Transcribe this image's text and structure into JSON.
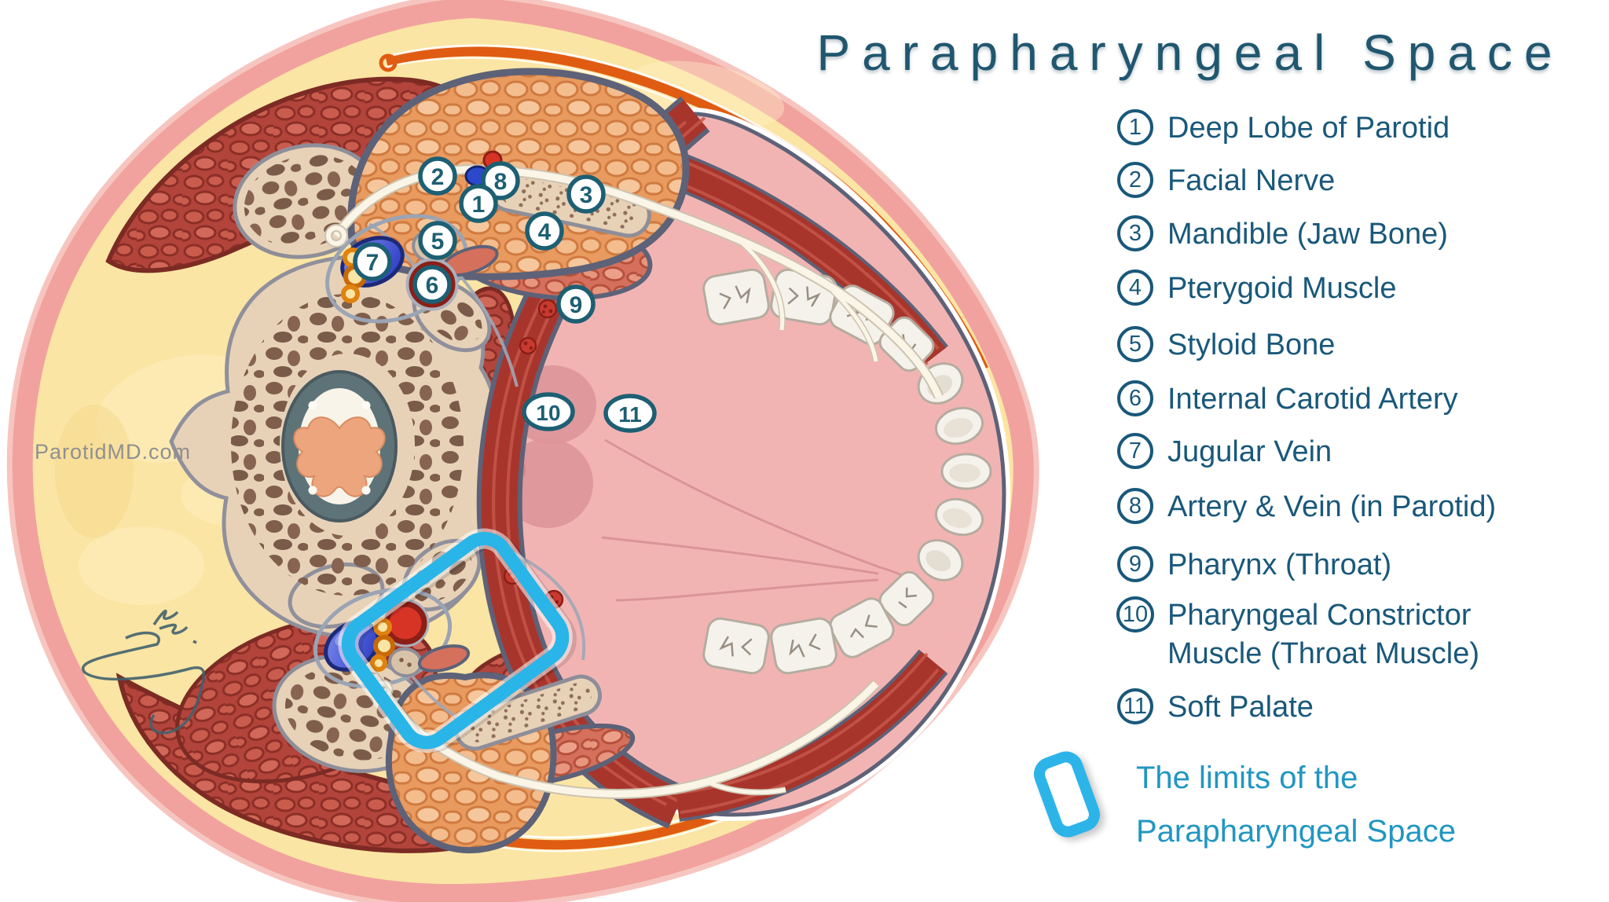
{
  "title": "Parapharyngeal Space",
  "watermark": "ParotidMD.com",
  "legend": {
    "items": [
      {
        "num": "1",
        "label": "Deep Lobe of Parotid"
      },
      {
        "num": "2",
        "label": "Facial Nerve"
      },
      {
        "num": "3",
        "label": "Mandible (Jaw Bone)"
      },
      {
        "num": "4",
        "label": "Pterygoid Muscle"
      },
      {
        "num": "5",
        "label": "Styloid Bone"
      },
      {
        "num": "6",
        "label": "Internal Carotid Artery"
      },
      {
        "num": "7",
        "label": "Jugular Vein"
      },
      {
        "num": "8",
        "label": "Artery & Vein (in Parotid)"
      },
      {
        "num": "9",
        "label": "Pharynx (Throat)"
      },
      {
        "num": "10",
        "label": "Pharyngeal Constrictor\nMuscle (Throat Muscle)"
      },
      {
        "num": "11",
        "label": "Soft Palate"
      }
    ],
    "note": {
      "line1": "The limits of the",
      "line2": "Parapharyngeal Space"
    }
  },
  "markers": {
    "m1": "1",
    "m2": "2",
    "m3": "3",
    "m4": "4",
    "m5": "5",
    "m6": "6",
    "m7": "7",
    "m8": "8",
    "m9": "9",
    "m10": "10",
    "m11": "11"
  },
  "colors": {
    "title_text": "#20576f",
    "legend_text": "#19587a",
    "note_text": "#2196c2",
    "limits_outline_blue": "#29b5e8",
    "marker_teal": "#1d5f73",
    "fat": "#fbe5a4",
    "skin": "#f1a29e",
    "muscle_dark": "#b2443c",
    "muscle_salmon": "#d4705c",
    "parotid_orange": "#e89a5f",
    "bone": "#e7d2b8",
    "artery_red": "#d83425",
    "vein_blue": "#2c49cc",
    "watermark_gray": "#909090"
  }
}
